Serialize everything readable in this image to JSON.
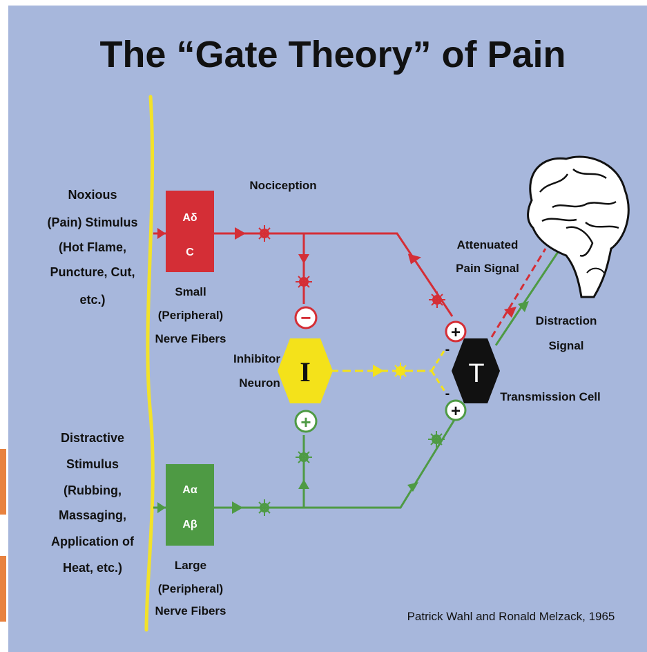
{
  "title": "The “Gate Theory” of Pain",
  "noxious_stimulus": [
    "Noxious",
    "(Pain) Stimulus",
    "(Hot Flame,",
    "Puncture, Cut,",
    "etc.)"
  ],
  "distractive_stimulus": [
    "Distractive",
    "Stimulus",
    "(Rubbing,",
    "Massaging,",
    "Application of",
    "Heat, etc.)"
  ],
  "small_fiber_box": [
    "Aδ",
    "C"
  ],
  "small_fiber_caption": [
    "Small",
    "(Peripheral)",
    "Nerve Fibers"
  ],
  "large_fiber_box": [
    "Aα",
    "Aβ"
  ],
  "large_fiber_caption": [
    "Large",
    "(Peripheral)",
    "Nerve Fibers"
  ],
  "nociception": "Nociception",
  "inhibitor_label": [
    "Inhibitor",
    "Neuron"
  ],
  "inhibitor_symbol": "I",
  "transmission_symbol": "T",
  "transmission_label": "Transmission Cell",
  "attenuated_label": [
    "Attenuated",
    "Pain Signal"
  ],
  "distraction_label": [
    "Distraction",
    "Signal"
  ],
  "plus_sign": "+",
  "minus_sign": "−",
  "minus_small": "-",
  "credit": "Patrick Wahl and Ronald Melzack, 1965",
  "colors": {
    "background": "#a7b7dc",
    "pain": "#d42e36",
    "distraction": "#4e9a44",
    "inhibitor": "#f4e21a",
    "spine": "#f2e22a",
    "transmission": "#111111",
    "side_accent": "#e8823f"
  }
}
